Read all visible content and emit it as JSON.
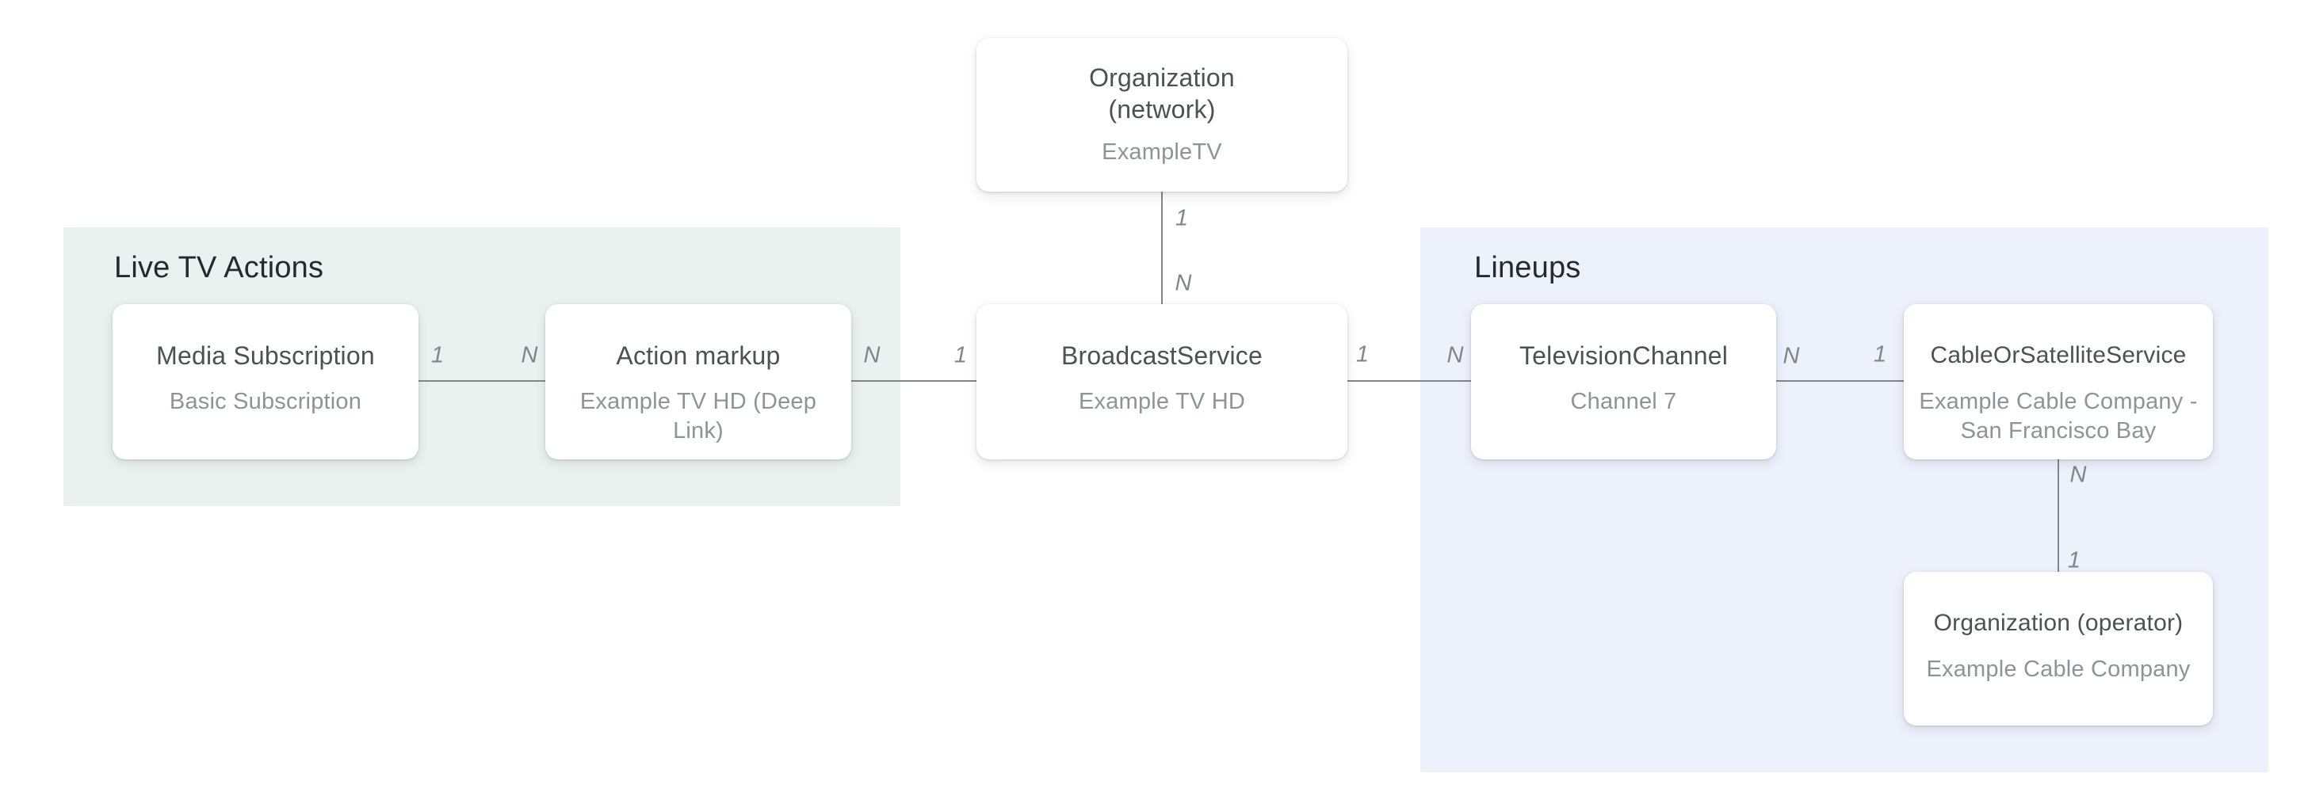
{
  "diagram": {
    "description": "Entity relationship diagram linking Live TV Actions entities to Lineups entities through a BroadcastService",
    "colors": {
      "background": "#ffffff",
      "live_tv_section_bg": "#e9f2ee",
      "lineups_section_bg": "#edf1fc",
      "node_bg": "#ffffff",
      "node_title_text": "#4d5156",
      "node_subtitle_text": "#8d9499",
      "section_title_text": "#26292e",
      "edge_line": "#80868b",
      "cardinality_text": "#80868b"
    },
    "sections": [
      {
        "id": "live-tv-actions",
        "title": "Live TV Actions"
      },
      {
        "id": "lineups",
        "title": "Lineups"
      }
    ],
    "nodes": [
      {
        "id": "organization-network",
        "title": "Organization (network)",
        "title_lines": [
          "Organization",
          "(network)"
        ],
        "subtitle": "ExampleTV"
      },
      {
        "id": "media-subscription",
        "title": "Media Subscription",
        "subtitle": "Basic Subscription"
      },
      {
        "id": "action-markup",
        "title": "Action markup",
        "subtitle": "Example TV HD (Deep Link)"
      },
      {
        "id": "broadcast-service",
        "title": "BroadcastService",
        "subtitle": "Example TV HD"
      },
      {
        "id": "television-channel",
        "title": "TelevisionChannel",
        "subtitle": "Channel 7"
      },
      {
        "id": "cable-or-satellite-service",
        "title": "CableOrSatelliteService",
        "subtitle": "Example Cable Company - San Francisco Bay"
      },
      {
        "id": "organization-operator",
        "title": "Organization (operator)",
        "subtitle": "Example Cable Company"
      }
    ],
    "edges": [
      {
        "id": "media-subscription--action-markup",
        "from": "media-subscription",
        "to": "action-markup",
        "from_card": "1",
        "to_card": "N"
      },
      {
        "id": "action-markup--broadcast-service",
        "from": "action-markup",
        "to": "broadcast-service",
        "from_card": "N",
        "to_card": "1"
      },
      {
        "id": "broadcast-service--television-channel",
        "from": "broadcast-service",
        "to": "television-channel",
        "from_card": "1",
        "to_card": "N"
      },
      {
        "id": "television-channel--cable-or-satellite-service",
        "from": "television-channel",
        "to": "cable-or-satellite-service",
        "from_card": "N",
        "to_card": "1"
      },
      {
        "id": "organization-network--broadcast-service",
        "from": "organization-network",
        "to": "broadcast-service",
        "from_card": "1",
        "to_card": "N"
      },
      {
        "id": "cable-or-satellite-service--organization-operator",
        "from": "cable-or-satellite-service",
        "to": "organization-operator",
        "from_card": "N",
        "to_card": "1"
      }
    ]
  }
}
